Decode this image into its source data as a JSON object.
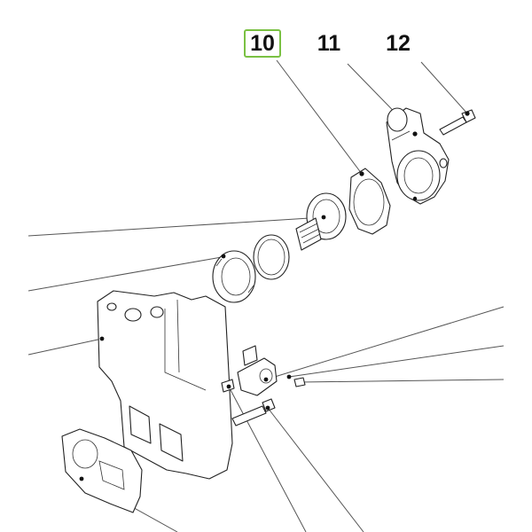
{
  "callouts": [
    {
      "id": "part-10",
      "label": "10",
      "selected": true
    },
    {
      "id": "part-11",
      "label": "11",
      "selected": false
    },
    {
      "id": "part-12",
      "label": "12",
      "selected": false
    }
  ],
  "colors": {
    "highlight": "#7ac143",
    "line": "#555555",
    "ink": "#111111"
  }
}
